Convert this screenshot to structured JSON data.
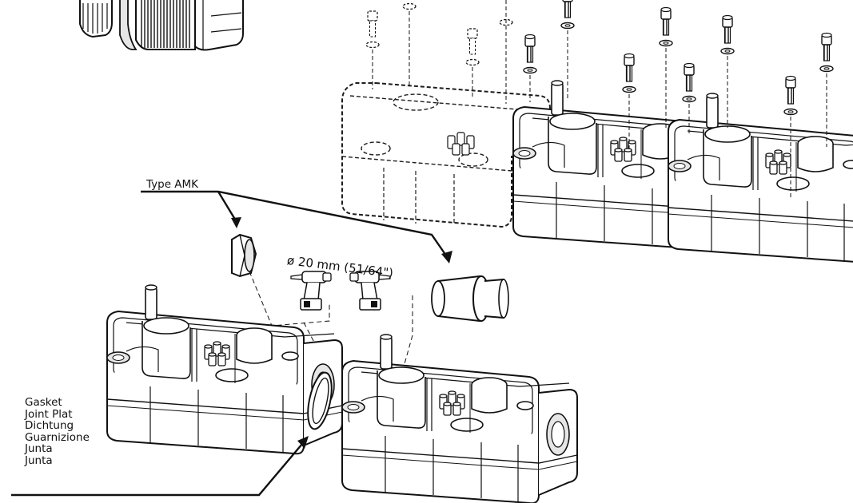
{
  "labels": {
    "type_label": "Type AMK",
    "drill_label": "ø 20 mm (51/64\")",
    "gasket_lines": [
      "Gasket",
      "Joint Plat",
      "Dichtung",
      "Guarnizione",
      "Junta",
      "Junta"
    ]
  },
  "colors": {
    "line": "#111111",
    "fill": "#ffffff",
    "shade": "#e6e6e6"
  }
}
